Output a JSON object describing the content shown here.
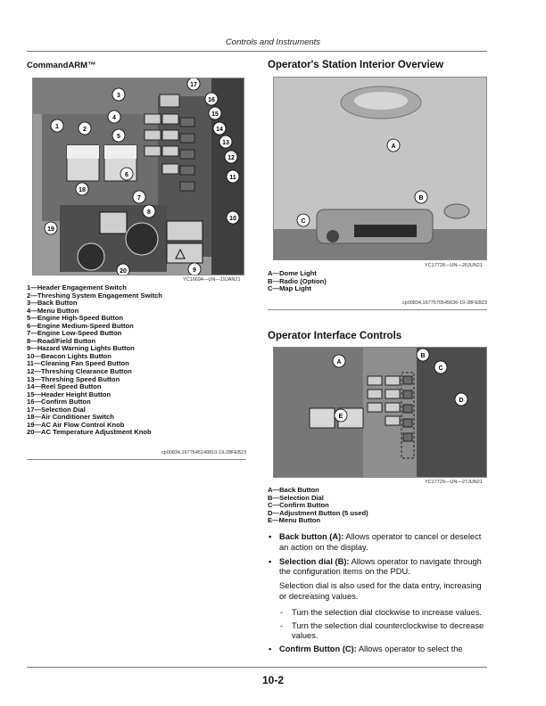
{
  "header": {
    "running_head": "Controls and Instruments"
  },
  "left": {
    "title": "CommandARM™",
    "figure_id": "YC16694—UN—19JAN21",
    "callouts": [
      "1",
      "2",
      "3",
      "4",
      "5",
      "6",
      "7",
      "8",
      "9",
      "10",
      "11",
      "12",
      "13",
      "14",
      "15",
      "16",
      "17",
      "18",
      "19",
      "20"
    ],
    "legend": [
      "1—Header Engagement Switch",
      "2—Threshing System Engagement Switch",
      "3—Back Button",
      "4—Menu Button",
      "5—Engine High-Speed Button",
      "6—Engine Medium-Speed Button",
      "7—Engine Low-Speed Button",
      "8—Road/Field Button",
      "9—Hazard Warning Lights Button",
      "10—Beacon Lights Button",
      "11—Cleaning Fan Speed Button",
      "12—Threshing Clearance Button",
      "13—Threshing Speed Button",
      "14—Reel Speed Button",
      "15—Header Height Button",
      "16—Confirm Button",
      "17—Selection Dial",
      "18—Air Conditioner Switch",
      "19—AC Air Flow Control Knob",
      "20—AC Temperature Adjustment Knob"
    ],
    "ref": "cp00834,1677645149810-19-28FEB23"
  },
  "right": {
    "title1": "Operator's Station Interior Overview",
    "figure1_id": "YC17728—UN—20JUN21",
    "callouts1": [
      "A",
      "B",
      "C"
    ],
    "legend1": [
      "A—Dome Light",
      "B—Radio (Option)",
      "C—Map Light"
    ],
    "ref1": "cp00834,1677570545636-19-28FEB23",
    "title2": "Operator Interface Controls",
    "figure2_id": "YC17729—UN—27JUN21",
    "callouts2": [
      "A",
      "B",
      "C",
      "D",
      "E"
    ],
    "legend2": [
      "A—Back Button",
      "B—Selection Dial",
      "C—Confirm Button",
      "D—Adjustment Button (5 used)",
      "E—Menu Button"
    ],
    "bullets": {
      "b1_term": "Back button (A):",
      "b1_text": " Allows operator to cancel or deselect an action on the display.",
      "b2_term": "Selection dial (B):",
      "b2_text": " Allows operator to navigate through the configuration items on the PDU.",
      "b2_para": "Selection dial is also used for the data entry, increasing or decreasing values.",
      "sub1": "Turn the selection dial clockwise to increase values.",
      "sub2": "Turn the selection dial counterclockwise to decrease values.",
      "b3_term": "Confirm Button (C):",
      "b3_text": " Allows operator to select the"
    }
  },
  "footer": {
    "page_number": "10-2"
  }
}
